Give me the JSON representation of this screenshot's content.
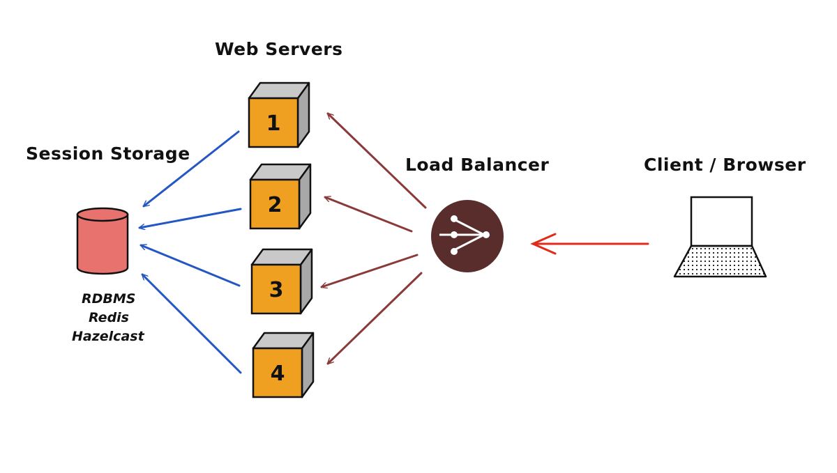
{
  "titles": {
    "web_servers": "Web Servers",
    "session_storage": "Session Storage",
    "load_balancer": "Load Balancer",
    "client": "Client / Browser"
  },
  "session_storage": {
    "items": [
      "RDBMS",
      "Redis",
      "Hazelcast"
    ],
    "color": "#e8736e"
  },
  "web_servers": {
    "servers": [
      "1",
      "2",
      "3",
      "4"
    ],
    "front_color": "#f0a020",
    "side_color": "#a8a8a8",
    "top_color": "#c9c9c9"
  },
  "load_balancer": {
    "icon": "share-icon",
    "color": "#5a2d2d"
  },
  "client": {
    "icon": "laptop-icon"
  },
  "arrows": {
    "lb_to_servers_color": "#8b3a3a",
    "servers_to_storage_color": "#2456c4",
    "client_to_lb_color": "#e02a1a"
  }
}
